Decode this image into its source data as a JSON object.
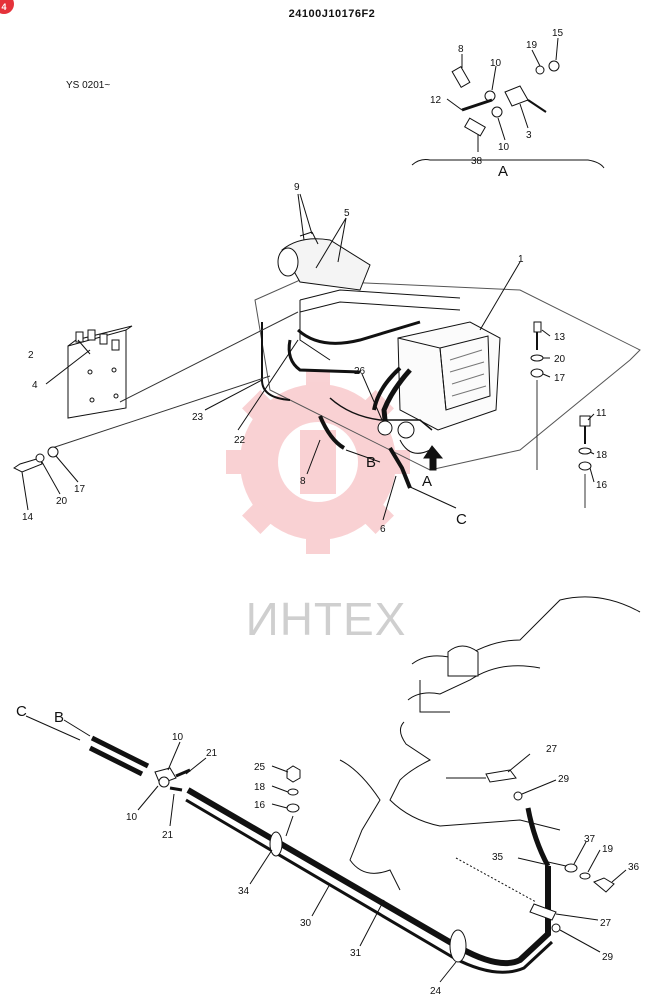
{
  "header": {
    "part_code": "24100J10176F2",
    "serial_note": "YS 0201~",
    "corner_badge": "4"
  },
  "watermark": {
    "text": "ИНТЕХ",
    "color": "#e5323a"
  },
  "detail_view": {
    "label": "A",
    "parts": [
      "8",
      "10",
      "19",
      "15",
      "12",
      "3",
      "10",
      "38"
    ]
  },
  "upper_parts": [
    "9",
    "5",
    "1",
    "2",
    "4",
    "13",
    "20",
    "17",
    "23",
    "22",
    "26",
    "11",
    "18",
    "8",
    "B",
    "A",
    "16",
    "C",
    "6",
    "14",
    "20",
    "17"
  ],
  "lower_parts": [
    "C",
    "B",
    "10",
    "21",
    "10",
    "21",
    "25",
    "18",
    "16",
    "27",
    "29",
    "34",
    "35",
    "37",
    "19",
    "36",
    "30",
    "27",
    "31",
    "29",
    "24"
  ]
}
